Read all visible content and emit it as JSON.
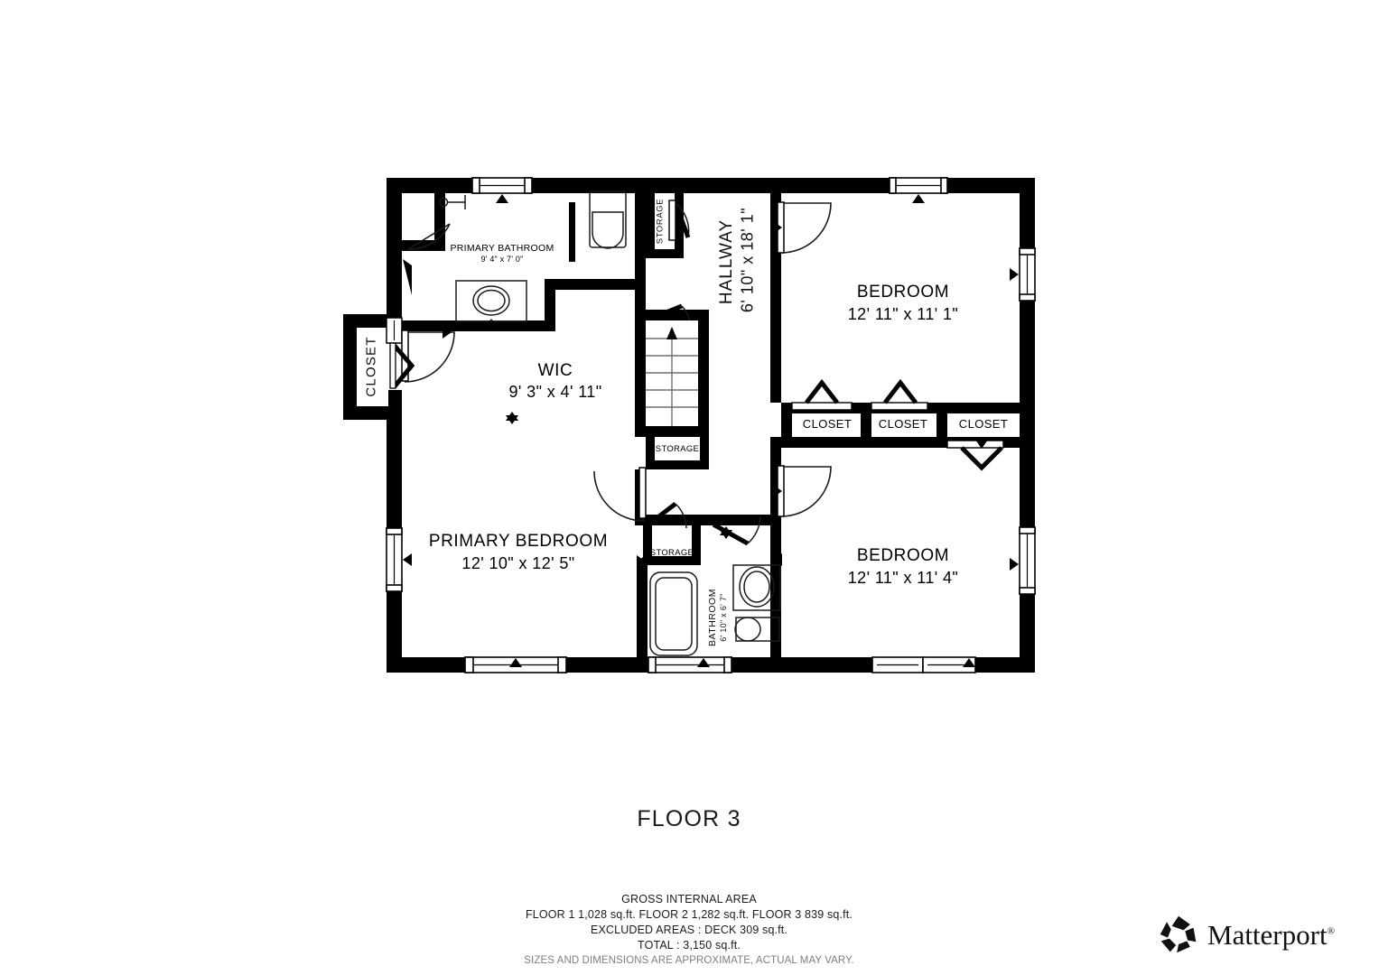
{
  "floor_title": "FLOOR 3",
  "rooms": [
    {
      "id": "primary-bathroom",
      "name": "PRIMARY BATHROOM",
      "dimensions": "9' 4\" x 7' 0\""
    },
    {
      "id": "wic",
      "name": "WIC",
      "dimensions": "9' 3\" x 4' 11\""
    },
    {
      "id": "primary-bedroom",
      "name": "PRIMARY BEDROOM",
      "dimensions": "12' 10\" x 12' 5\""
    },
    {
      "id": "hallway",
      "name": "HALLWAY",
      "dimensions": "6' 10\" x 18' 1\""
    },
    {
      "id": "bedroom-top",
      "name": "BEDROOM",
      "dimensions": "12' 11\" x 11' 1\""
    },
    {
      "id": "bedroom-bottom",
      "name": "BEDROOM",
      "dimensions": "12' 11\" x 11' 4\""
    },
    {
      "id": "bathroom",
      "name": "BATHROOM",
      "dimensions": "6' 10\" x 6' 7\""
    }
  ],
  "closets": [
    {
      "id": "closet-left",
      "label": "CLOSET"
    },
    {
      "id": "closet-1",
      "label": "CLOSET"
    },
    {
      "id": "closet-2",
      "label": "CLOSET"
    },
    {
      "id": "closet-3",
      "label": "CLOSET"
    }
  ],
  "storages": [
    {
      "id": "storage-top",
      "label": "STORAGE"
    },
    {
      "id": "storage-mid",
      "label": "STORAGE"
    },
    {
      "id": "storage-bottom",
      "label": "STORAGE"
    }
  ],
  "area_summary": {
    "heading": "GROSS INTERNAL AREA",
    "floors_line": "FLOOR 1 1,028 sq.ft.   FLOOR 2 1,282 sq.ft.   FLOOR 3 839 sq.ft.",
    "excluded_line": "EXCLUDED AREAS :  DECK 309 sq.ft.",
    "total_line": "TOTAL :  3,150 sq.ft.",
    "disclaimer": "SIZES AND DIMENSIONS ARE APPROXIMATE, ACTUAL MAY VARY."
  },
  "brand": {
    "name": "Matterport",
    "registered_mark": "®",
    "logo_icon": "matterport-pinwheel-icon"
  },
  "colors": {
    "wall": "#000000",
    "floor": "#ffffff",
    "fixture_stroke": "#1a1a1a",
    "disclaimer_text": "#7e7e7e"
  }
}
